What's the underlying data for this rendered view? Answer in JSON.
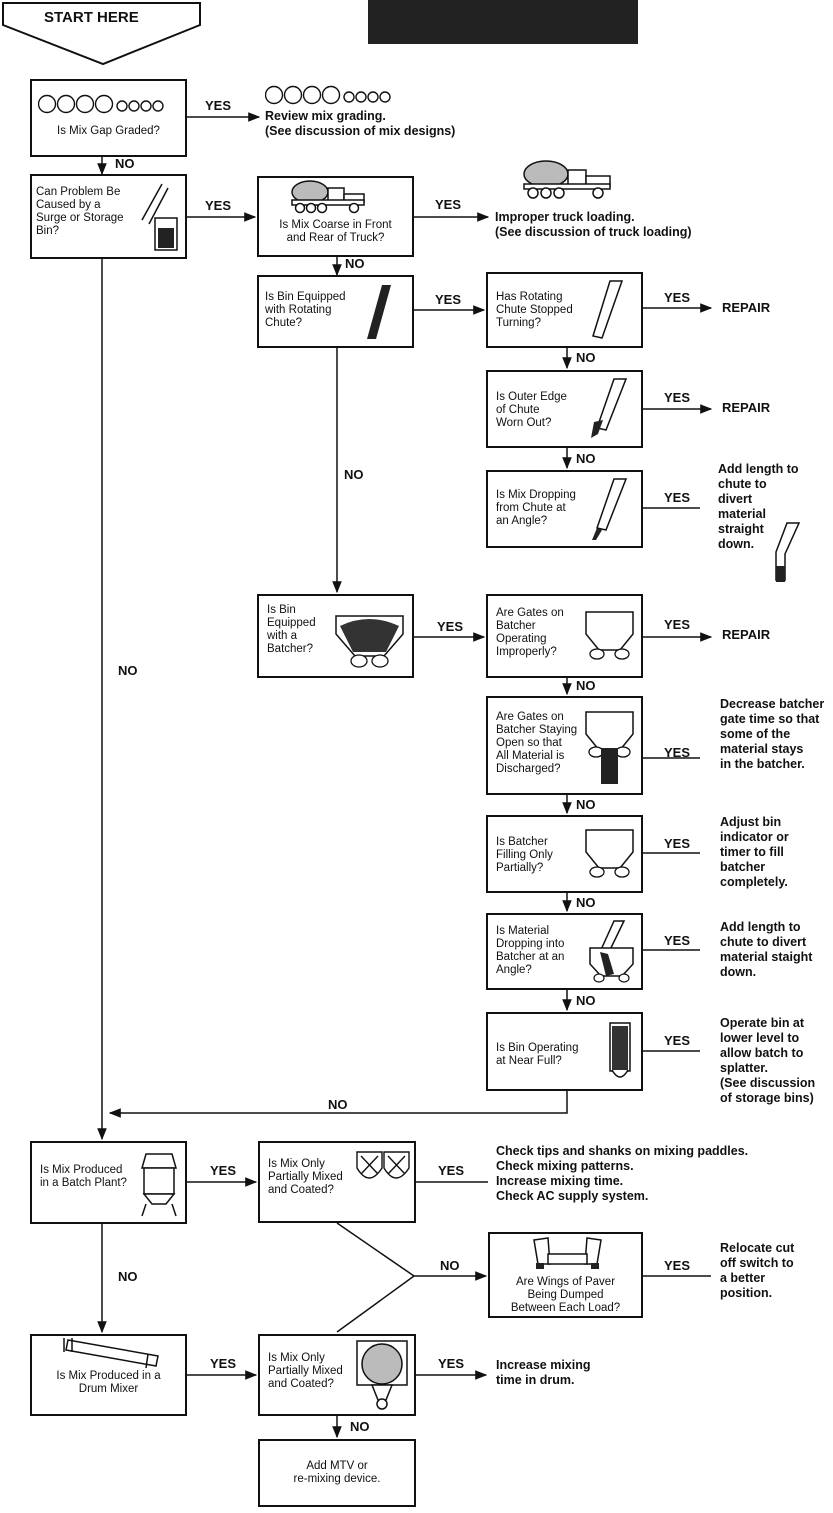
{
  "start": "START HERE",
  "edge": {
    "yes": "YES",
    "no": "NO",
    "repair": "REPAIR"
  },
  "q": {
    "gap": "Is Mix Gap Graded?",
    "surge": "Can Problem Be\nCaused by a\nSurge or Storage\nBin?",
    "coarse": "Is Mix Coarse in Front\nand Rear of Truck?",
    "rotchute": "Is Bin Equipped\nwith Rotating\nChute?",
    "stopped": "Has Rotating\nChute Stopped\nTurning?",
    "outer": "Is Outer Edge\nof Chute\nWorn Out?",
    "dropping": "Is Mix Dropping\nfrom Chute at\nan Angle?",
    "batcher": "Is Bin\nEquipped\nwith a\nBatcher?",
    "gates": "Are Gates on\nBatcher\nOperating\nImproperly?",
    "staying": "Are Gates on\nBatcher Staying\nOpen so that\nAll Material is\nDischarged?",
    "filling": "Is Batcher\nFilling Only\nPartially?",
    "matdrop": "Is Material\nDropping into\nBatcher at an\nAngle?",
    "nearfull": "Is Bin Operating\nat Near Full?",
    "batchplant": "Is Mix Produced\nin a Batch Plant?",
    "partial1": "Is Mix Only\nPartially Mixed\nand Coated?",
    "wings": "Are Wings of Paver\nBeing Dumped\nBetween Each Load?",
    "drum": "Is Mix Produced in a\nDrum Mixer",
    "partial2": "Is Mix Only\nPartially Mixed\nand Coated?",
    "mtv": "Add MTV or\nre-mixing device."
  },
  "out": {
    "grading": "Review mix grading.\n(See discussion of mix designs)",
    "truck": "Improper truck loading.\n(See discussion of truck loading)",
    "chute": "Add length to\nchute to\ndivert\nmaterial\nstraight\ndown.",
    "gatetime": "Decrease batcher\ngate time so that\nsome of the\nmaterial stays\nin the batcher.",
    "indicator": "Adjust bin\nindicator or\ntimer to fill\nbatcher\ncompletely.",
    "chute2": "Add length to\nchute to divert\nmaterial staight\ndown.",
    "operate": "Operate bin at\nlower level to\nallow batch to\nsplatter.\n(See discussion\nof storage bins)",
    "paddles": "Check tips and shanks on mixing paddles.\nCheck mixing patterns.\nIncrease mixing time.\nCheck AC supply system.",
    "cutoff": "Relocate cut\noff switch to\na better\nposition.",
    "drumtime": "Increase mixing\ntime in drum."
  }
}
